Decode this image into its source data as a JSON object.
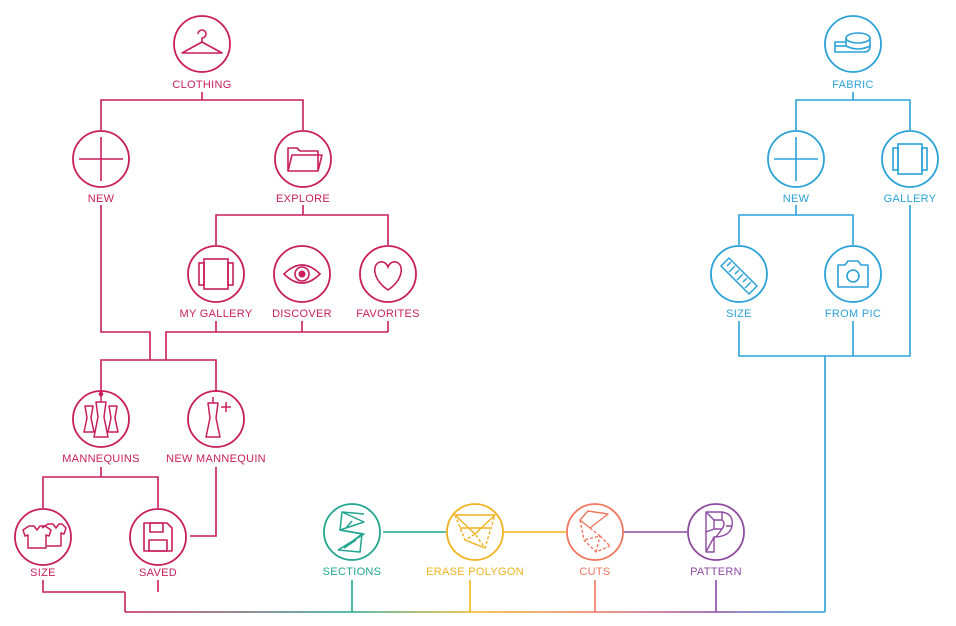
{
  "colors": {
    "clothing": "#c81e5a",
    "fabric": "#2aa2d8",
    "sections": "#22a58f",
    "erase_polygon": "#f0b21e",
    "cuts": "#f0765f",
    "pattern": "#8e4aa3"
  },
  "clothing": {
    "root": {
      "label": "CLOTHING",
      "icon": "hanger-icon"
    },
    "new": {
      "label": "NEW",
      "icon": "plus-icon"
    },
    "explore": {
      "label": "EXPLORE",
      "icon": "folder-icon"
    },
    "my_gallery": {
      "label": "MY GALLERY",
      "icon": "gallery-icon"
    },
    "discover": {
      "label": "DISCOVER",
      "icon": "eye-icon"
    },
    "favorites": {
      "label": "FAVORITES",
      "icon": "heart-icon"
    },
    "mannequins": {
      "label": "MANNEQUINS",
      "icon": "mannequins-icon"
    },
    "new_mannequin": {
      "label": "NEW MANNEQUIN",
      "icon": "mannequin-add-icon"
    },
    "size": {
      "label": "SIZE",
      "icon": "shirts-icon"
    },
    "saved": {
      "label": "SAVED",
      "icon": "floppy-disk-icon"
    }
  },
  "fabric": {
    "root": {
      "label": "FABRIC",
      "icon": "fabric-roll-icon"
    },
    "new": {
      "label": "NEW",
      "icon": "plus-icon"
    },
    "gallery": {
      "label": "GALLERY",
      "icon": "gallery-icon"
    },
    "size": {
      "label": "SIZE",
      "icon": "ruler-icon"
    },
    "from_pic": {
      "label": "FROM PIC",
      "icon": "camera-icon"
    }
  },
  "process": {
    "sections": {
      "label": "SECTIONS",
      "icon": "sections-s-icon"
    },
    "erase_polygon": {
      "label": "ERASE POLYGON",
      "icon": "erase-polygon-icon"
    },
    "cuts": {
      "label": "CUTS",
      "icon": "cuts-icon"
    },
    "pattern": {
      "label": "PATTERN",
      "icon": "pattern-p-icon"
    }
  }
}
